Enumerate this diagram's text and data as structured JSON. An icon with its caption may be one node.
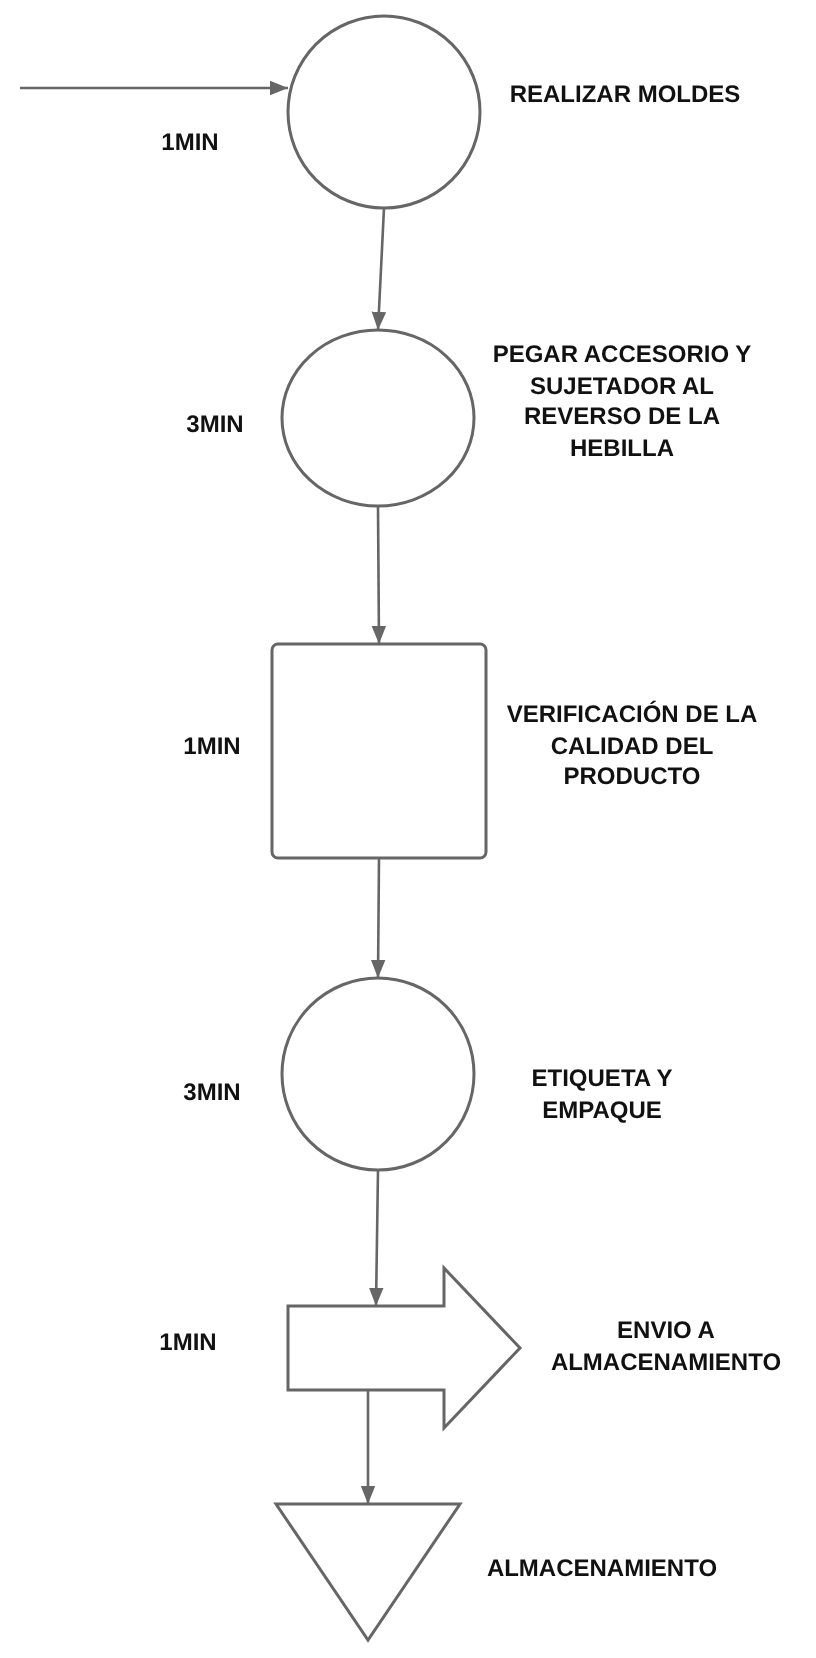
{
  "diagram": {
    "nodes": [
      {
        "text": [],
        "shape": "circle",
        "beside": [
          "1MIN",
          "REALIZAR MOLDES"
        ]
      },
      {
        "text": [],
        "shape": "circle",
        "beside": [
          "3MIN",
          "PEGAR ACCESORIO Y SUJETADOR AL REVERSO DE LA HEBILLA"
        ]
      },
      {
        "text": [],
        "shape": "box",
        "beside": [
          "1MIN",
          "VERIFICACIÓN DE LA CALIDAD DEL PRODUCTO"
        ]
      },
      {
        "text": [],
        "shape": "circle",
        "beside": [
          "3MIN",
          "ETIQUETA Y EMPAQUE"
        ]
      },
      {
        "text": [],
        "shape": "arrow",
        "beside": [
          "1MIN",
          "ENVIO A ALMACENAMIENTO"
        ]
      },
      {
        "text": [],
        "shape": "triangle",
        "beside": [
          "ALMACENAMIENTO"
        ]
      }
    ],
    "edges": [
      {
        "from": null,
        "to": 0,
        "arrow": "to"
      },
      {
        "from": 0,
        "to": 1,
        "arrow": "to"
      },
      {
        "from": 1,
        "to": 2,
        "arrow": "to"
      },
      {
        "from": 2,
        "to": 3,
        "arrow": "to"
      },
      {
        "from": 3,
        "to": 4,
        "arrow": "to"
      },
      {
        "from": 4,
        "to": 5,
        "arrow": "to"
      }
    ]
  }
}
